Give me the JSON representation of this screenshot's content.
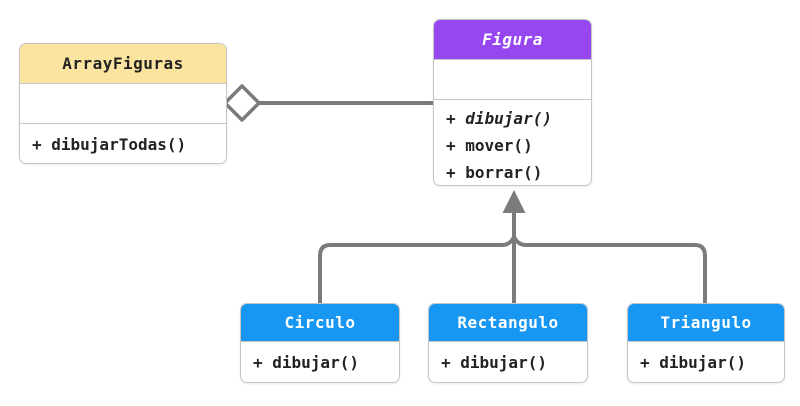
{
  "colors": {
    "array_figuras_header": "#FAE4A0",
    "figura_header": "#9647F0",
    "subclass_header": "#1796F2",
    "connector": "#7B7B7B",
    "diamond_fill": "#FFFFFF",
    "box_border": "#C6C6C6"
  },
  "classes": {
    "array_figuras": {
      "name": "ArrayFiguras",
      "methods": {
        "m1": "+ dibujarTodas()"
      }
    },
    "figura": {
      "name": "Figura",
      "abstract": true,
      "methods": {
        "m1": "+ dibujar()",
        "m2": "+ mover()",
        "m3": "+ borrar()"
      }
    },
    "circulo": {
      "name": "Circulo",
      "methods": {
        "m1": "+ dibujar()"
      }
    },
    "rectangulo": {
      "name": "Rectangulo",
      "methods": {
        "m1": "+ dibujar()"
      }
    },
    "triangulo": {
      "name": "Triangulo",
      "methods": {
        "m1": "+ dibujar()"
      }
    }
  },
  "relationships": {
    "aggregation": {
      "type": "aggregation",
      "from": "ArrayFiguras",
      "to": "Figura"
    },
    "inheritance": {
      "type": "inheritance",
      "parent": "Figura",
      "children": [
        "Circulo",
        "Rectangulo",
        "Triangulo"
      ]
    }
  }
}
